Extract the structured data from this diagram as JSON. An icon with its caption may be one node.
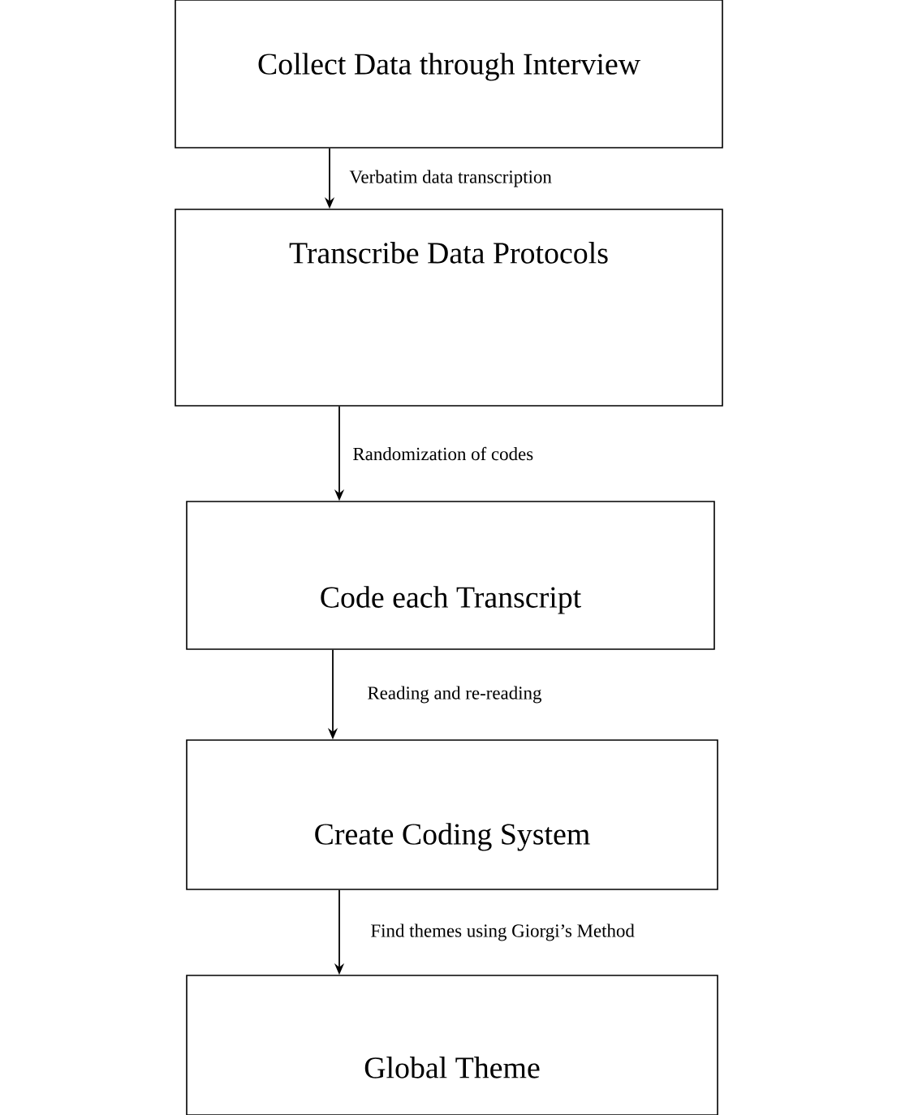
{
  "diagram": {
    "nodes": [
      {
        "text": [
          "Collect Data through Interview"
        ]
      },
      {
        "text": [
          "Transcribe Data Protocols"
        ]
      },
      {
        "text": [
          "Code each Transcript"
        ]
      },
      {
        "text": [
          "Create Coding System"
        ]
      },
      {
        "text": [
          "Global Theme"
        ]
      }
    ],
    "edges": [
      {
        "from": 0,
        "to": 1,
        "arrow": "to",
        "label": "Verbatim data transcription"
      },
      {
        "from": 1,
        "to": 2,
        "arrow": "to",
        "label": "Randomization of codes"
      },
      {
        "from": 2,
        "to": 3,
        "arrow": "to",
        "label": "Reading and re-reading"
      },
      {
        "from": 3,
        "to": 4,
        "arrow": "to",
        "label": "Find themes using Giorgi’s Method"
      }
    ]
  }
}
